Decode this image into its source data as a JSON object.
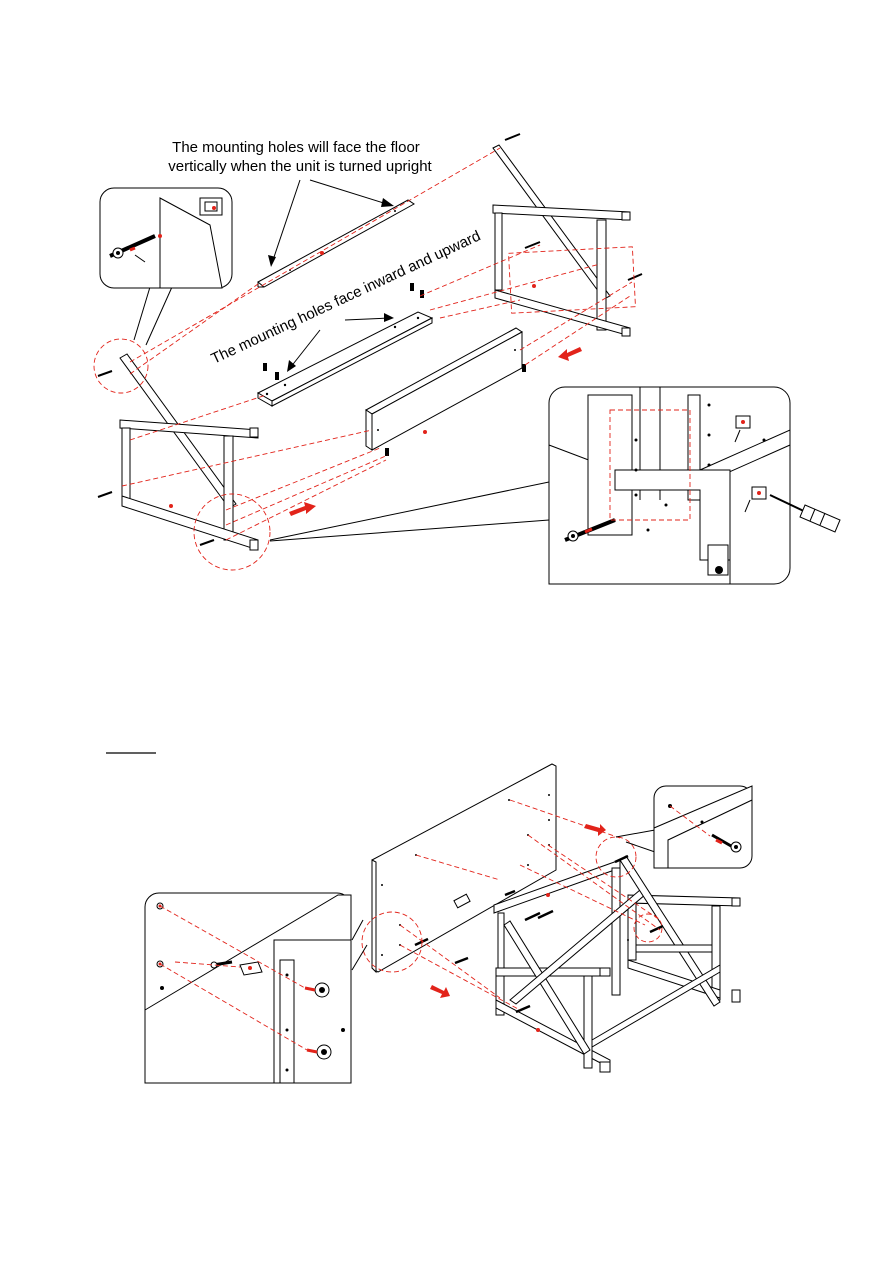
{
  "annotations": {
    "mounting_floor_line1": "The mounting holes will face the floor",
    "mounting_floor_line2": "vertically when the unit is turned upright",
    "mounting_inward": "The mounting holes face inward and upward"
  },
  "colors": {
    "accent_red": "#e2231a",
    "ink": "#000000",
    "background": "#ffffff"
  },
  "icons": {
    "bolt": "bolt-icon",
    "barrel_nut": "barrel-nut-icon",
    "dowel": "dowel-icon",
    "screwdriver": "screwdriver-icon",
    "direction_arrow": "arrow-right-icon"
  }
}
